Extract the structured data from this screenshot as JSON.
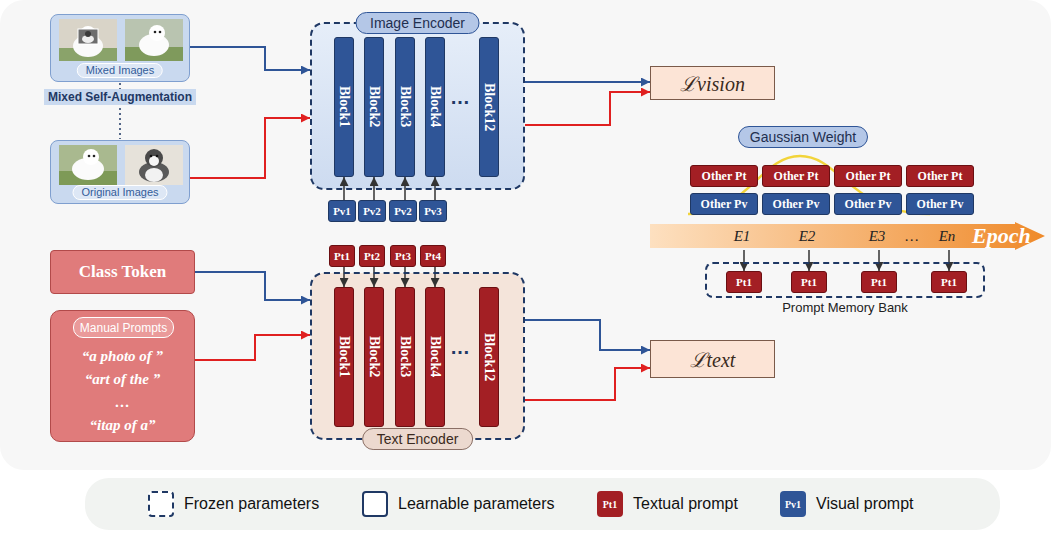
{
  "diagram": {
    "nodes": [
      {
        "text": [
          "Mixed Images"
        ]
      },
      {
        "text": [
          "Original Images"
        ]
      },
      {
        "text": [
          "Image Encoder"
        ]
      },
      {
        "text": [
          "Block1"
        ],
        "in": 2
      },
      {
        "text": [
          "Block2"
        ],
        "in": 2
      },
      {
        "text": [
          "Block3"
        ],
        "in": 2
      },
      {
        "text": [
          "Block4"
        ],
        "in": 2
      },
      {
        "text": [
          "Block12"
        ],
        "in": 2
      },
      {
        "text": [
          "Pv1"
        ]
      },
      {
        "text": [
          "Pv2"
        ]
      },
      {
        "text": [
          "Pv2"
        ]
      },
      {
        "text": [
          "Pv3"
        ]
      },
      {
        "text": [
          "ℒvision"
        ]
      },
      {
        "text": [
          "Class Token"
        ]
      },
      {
        "text": [
          "“a photo of ”",
          "“art of the ”",
          "…",
          "“itap of a”"
        ]
      },
      {
        "text": [
          "Manual Prompts"
        ],
        "in": 14
      },
      {
        "text": [
          "Text Encoder"
        ]
      },
      {
        "text": [
          "Block1"
        ],
        "in": 16
      },
      {
        "text": [
          "Block2"
        ],
        "in": 16
      },
      {
        "text": [
          "Block3"
        ],
        "in": 16
      },
      {
        "text": [
          "Block4"
        ],
        "in": 16
      },
      {
        "text": [
          "Block12"
        ],
        "in": 16
      },
      {
        "text": [
          "Pt1"
        ]
      },
      {
        "text": [
          "Pt2"
        ]
      },
      {
        "text": [
          "Pt3"
        ]
      },
      {
        "text": [
          "Pt4"
        ]
      },
      {
        "text": [
          "ℒtext"
        ]
      },
      {
        "text": [
          "Gaussian Weight"
        ]
      },
      {
        "text": [
          "Other Pt"
        ]
      },
      {
        "text": [
          "Other Pt"
        ]
      },
      {
        "text": [
          "Other Pt"
        ]
      },
      {
        "text": [
          "Other Pt"
        ]
      },
      {
        "text": [
          "Other Pv"
        ]
      },
      {
        "text": [
          "Other Pv"
        ]
      },
      {
        "text": [
          "Other Pv"
        ]
      },
      {
        "text": [
          "Other Pv"
        ]
      },
      {
        "text": [
          "E1",
          "E2",
          "E3",
          "…",
          "En",
          "Epoch"
        ]
      },
      {
        "text": [
          "Prompt Memory Bank"
        ]
      },
      {
        "text": [
          "Pt1"
        ],
        "in": 37
      },
      {
        "text": [
          "Pt1"
        ],
        "in": 37
      },
      {
        "text": [
          "Pt1"
        ],
        "in": 37
      },
      {
        "text": [
          "Pt1"
        ],
        "in": 37
      }
    ],
    "edges": [
      {
        "from": 0,
        "to": 2,
        "arrow": "to"
      },
      {
        "from": 1,
        "to": 2,
        "arrow": "to"
      },
      {
        "from": 2,
        "to": 12,
        "arrow": "to"
      },
      {
        "from": 2,
        "to": 12,
        "arrow": "to"
      },
      {
        "from": 8,
        "to": 3,
        "arrow": "to"
      },
      {
        "from": 9,
        "to": 4,
        "arrow": "to"
      },
      {
        "from": 10,
        "to": 5,
        "arrow": "to"
      },
      {
        "from": 11,
        "to": 6,
        "arrow": "to"
      },
      {
        "from": 13,
        "to": 16,
        "arrow": "to"
      },
      {
        "from": 14,
        "to": 16,
        "arrow": "to"
      },
      {
        "from": 16,
        "to": 26,
        "arrow": "to"
      },
      {
        "from": 16,
        "to": 26,
        "arrow": "to"
      },
      {
        "from": 22,
        "to": 17,
        "arrow": "to"
      },
      {
        "from": 23,
        "to": 18,
        "arrow": "to"
      },
      {
        "from": 24,
        "to": 19,
        "arrow": "to"
      },
      {
        "from": 25,
        "to": 20,
        "arrow": "to"
      },
      {
        "from": 36,
        "to": 38,
        "arrow": "to"
      },
      {
        "from": 36,
        "to": 39,
        "arrow": "to"
      },
      {
        "from": 36,
        "to": 40,
        "arrow": "to"
      },
      {
        "from": 36,
        "to": 41,
        "arrow": "to"
      }
    ],
    "labels": [
      "Mixed Self-Augmentation",
      "…",
      "…",
      "Pt1",
      "Pv1"
    ],
    "legend": [
      {
        "text": "Frozen parameters"
      },
      {
        "text": "Learnable parameters"
      },
      {
        "text": "Textual prompt",
        "color": "#a31f24"
      },
      {
        "text": "Visual prompt",
        "color": "#2f5597"
      }
    ]
  }
}
